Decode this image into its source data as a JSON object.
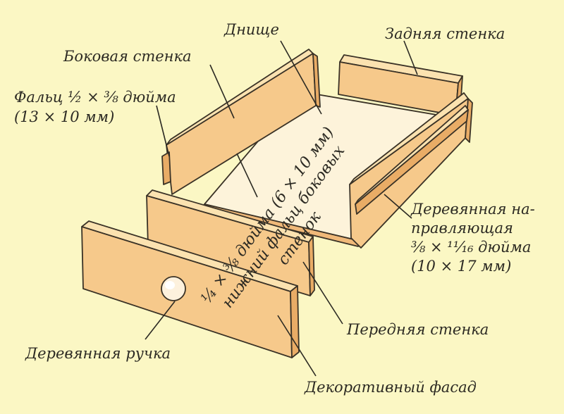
{
  "labels": {
    "bottom": "Днище",
    "back_wall": "Задняя стенка",
    "side_wall": "Боковая стенка",
    "rabbet_line1": "Фальц ½ × ⅜ дюйма",
    "rabbet_line2": "(13 × 10 мм)",
    "guide_line1": "Деревянная на-",
    "guide_line2": "правляющая",
    "guide_line3": "⅜ × ¹¹⁄₁₆ дюйма",
    "guide_line4": "(10 × 17 мм)",
    "front_wall": "Передняя стенка",
    "knob": "Деревянная ручка",
    "facade": "Декоративный фасад"
  },
  "groove_note": {
    "line1": "¼ × ⅜ дюйма (6 × 10 мм)",
    "line2": "нижний фальц боковых",
    "line3": "стенок"
  },
  "colors": {
    "background": "#fbf7c4",
    "wood_top": "#fbe2b0",
    "wood_face": "#f6c98b",
    "wood_edge": "#e9ac66",
    "ink": "#2c2a23"
  }
}
